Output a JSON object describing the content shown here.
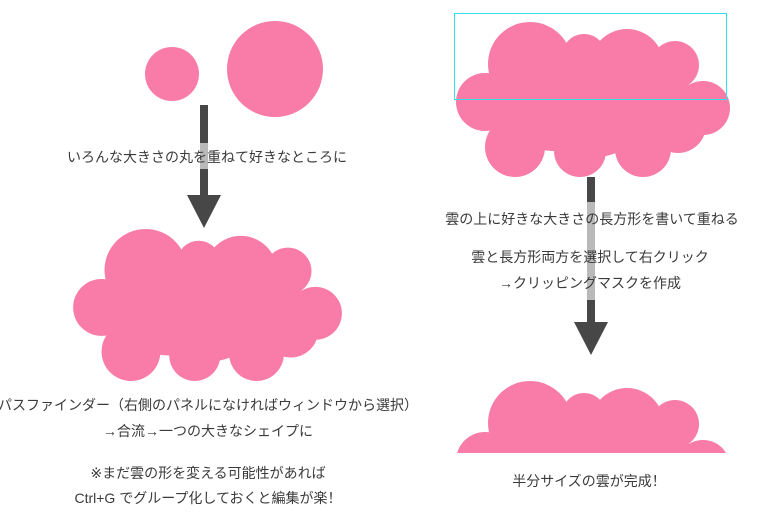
{
  "colors": {
    "pink": "#F87CA7",
    "cyan": "#35DFE9",
    "arrow_gray": "#474747",
    "text": "#3A3A3A"
  },
  "left": {
    "step1_caption": "いろんな大きさの丸を重ねて好きなところに",
    "pathfinder_line1": "パスファインダー（右側のパネルになければウィンドウから選択）",
    "pathfinder_line2": "→合流→一つの大きなシェイプに",
    "note_line1": "※まだ雲の形を変える可能性があれば",
    "note_line2": "Ctrl+G でグループ化しておくと編集が楽！"
  },
  "right": {
    "rectangle_caption": "雲の上に好きな大きさの長方形を書いて重ねる",
    "clip_line1": "雲と長方形両方を選択して右クリック",
    "clip_line2": "→クリッピングマスクを作成",
    "result_caption": "半分サイズの雲が完成！"
  }
}
